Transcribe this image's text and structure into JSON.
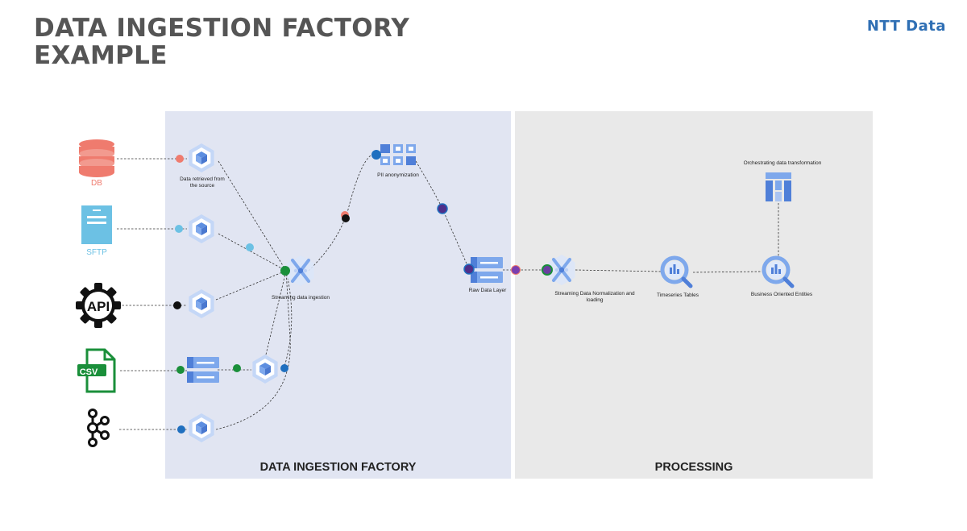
{
  "slide": {
    "title_line1": "DATA INGESTION FACTORY",
    "title_line2": "EXAMPLE",
    "brand": "NTT Data"
  },
  "zones": {
    "ingestion_label": "DATA INGESTION FACTORY",
    "processing_label": "PROCESSING"
  },
  "sources": {
    "db_label": "DB",
    "sftp_label": "SFTP",
    "api_label": "API",
    "csv_label": "CSV"
  },
  "nodes": {
    "retrieved_label_1": "Data retrieved from",
    "retrieved_label_2": "the source",
    "pii_label": "PII anonymization",
    "streaming_ingestion_label": "Streaming data ingestion",
    "raw_layer_label": "Raw Data Layer",
    "normalization_label_1": "Streaming Data Normalization and",
    "normalization_label_2": "loading",
    "timeseries_label": "Timeseries Tables",
    "business_label": "Business Oriented Entities",
    "orchestration_label": "Orchestrating data transformation"
  },
  "colors": {
    "db": "#ef7b6e",
    "sftp": "#6cc1e4",
    "api": "#111111",
    "csv": "#1a8f3a",
    "gcp_blue": "#7ea8ec",
    "gcp_dark": "#4f7fd8",
    "brand": "#2f6fb4"
  }
}
